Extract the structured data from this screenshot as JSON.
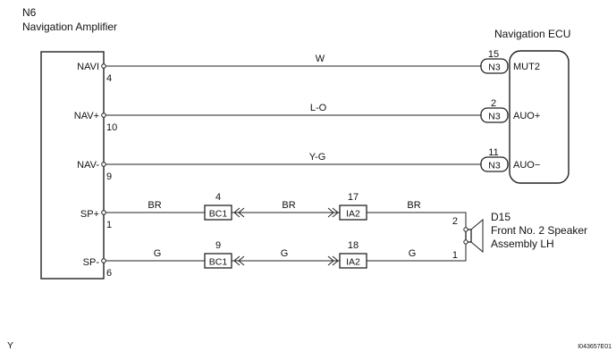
{
  "amplifier": {
    "code": "N6",
    "name": "Navigation Amplifier",
    "pins": [
      {
        "label": "NAVI",
        "number": "4"
      },
      {
        "label": "NAV+",
        "number": "10"
      },
      {
        "label": "NAV-",
        "number": "9"
      },
      {
        "label": "SP+",
        "number": "1"
      },
      {
        "label": "SP-",
        "number": "6"
      }
    ]
  },
  "ecu": {
    "name": "Navigation ECU",
    "connector": "N3",
    "pins": [
      {
        "label": "MUT2",
        "number": "15"
      },
      {
        "label": "AUO+",
        "number": "2"
      },
      {
        "label": "AUO−",
        "number": "11"
      }
    ]
  },
  "wires": [
    {
      "color": "W"
    },
    {
      "color": "L-O"
    },
    {
      "color": "Y-G"
    },
    {
      "color_1": "BR",
      "color_2": "BR",
      "color_3": "BR"
    },
    {
      "color_1": "G",
      "color_2": "G",
      "color_3": "G"
    }
  ],
  "junctions": [
    {
      "connector": "BC1",
      "pin_top": "4",
      "pin_bottom": "9"
    },
    {
      "connector": "IA2",
      "pin_top": "17",
      "pin_bottom": "18"
    }
  ],
  "speaker": {
    "code": "D15",
    "name_line1": "Front No. 2 Speaker",
    "name_line2": "Assembly LH",
    "pin_top": "2",
    "pin_bottom": "1"
  },
  "footer": {
    "left_mark": "Y",
    "figure_id": "I043657E01"
  }
}
